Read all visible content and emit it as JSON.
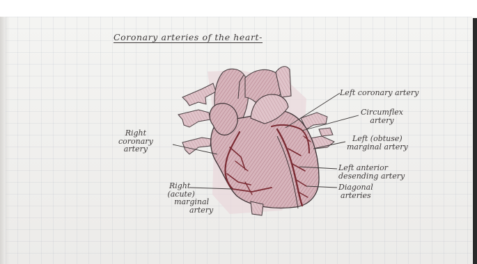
{
  "title": "Coronary arteries of the heart-",
  "labels": {
    "left_coronary_artery": "Left coronary artery",
    "circumflex_artery": [
      "Circumflex",
      "artery"
    ],
    "left_obtuse_marginal_artery": [
      "Left (obtuse)",
      "marginal artery"
    ],
    "left_anterior_descending_artery": [
      "Left anterior",
      "desending artery"
    ],
    "diagonal_arteries": [
      "Diagonal",
      "arteries"
    ],
    "right_coronary_artery": [
      "Right",
      "coronary",
      "artery"
    ],
    "right_acute_marginal_artery": [
      "Right",
      "(acute)",
      "marginal",
      "artery"
    ]
  },
  "colors": {
    "paper": "#f1f0ee",
    "pencil_outline": "#4a3f42",
    "heart_shading": "#c9a2ab",
    "artery_red": "#7a2a32"
  }
}
